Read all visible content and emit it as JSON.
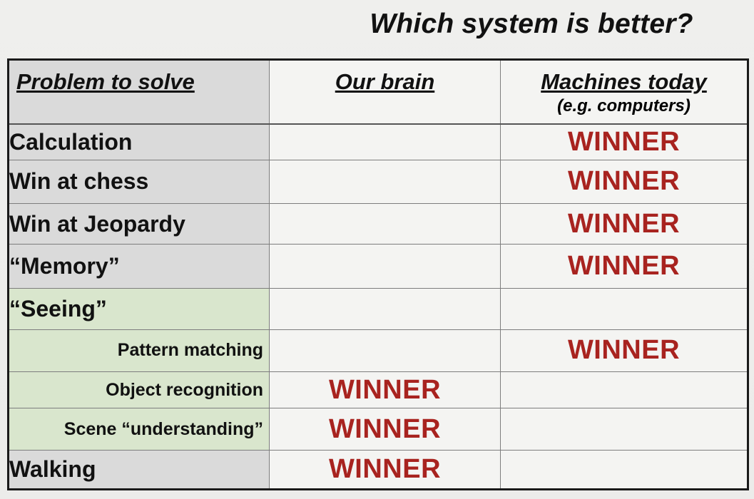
{
  "title": "Which system is better?",
  "headers": {
    "problem": "Problem to solve",
    "brain": "Our brain",
    "machines": "Machines today",
    "machines_sub": "(e.g. computers)"
  },
  "rows": [
    {
      "label": "Calculation",
      "brain": "",
      "machines": "WINNER"
    },
    {
      "label": "Win at chess",
      "brain": "",
      "machines": "WINNER"
    },
    {
      "label": "Win at Jeopardy",
      "brain": "",
      "machines": "WINNER"
    },
    {
      "label": "“Memory”",
      "brain": "",
      "machines": "WINNER"
    },
    {
      "label": "“Seeing”",
      "brain": "",
      "machines": ""
    },
    {
      "label": "Pattern matching",
      "brain": "",
      "machines": "WINNER"
    },
    {
      "label": "Object recognition",
      "brain": "WINNER",
      "machines": ""
    },
    {
      "label": "Scene “understanding”",
      "brain": "WINNER",
      "machines": ""
    },
    {
      "label": "Walking",
      "brain": "WINNER",
      "machines": ""
    }
  ],
  "colors": {
    "winner": "#a8231f",
    "label_gray": "#dadada",
    "label_green": "#d9e6cd"
  }
}
